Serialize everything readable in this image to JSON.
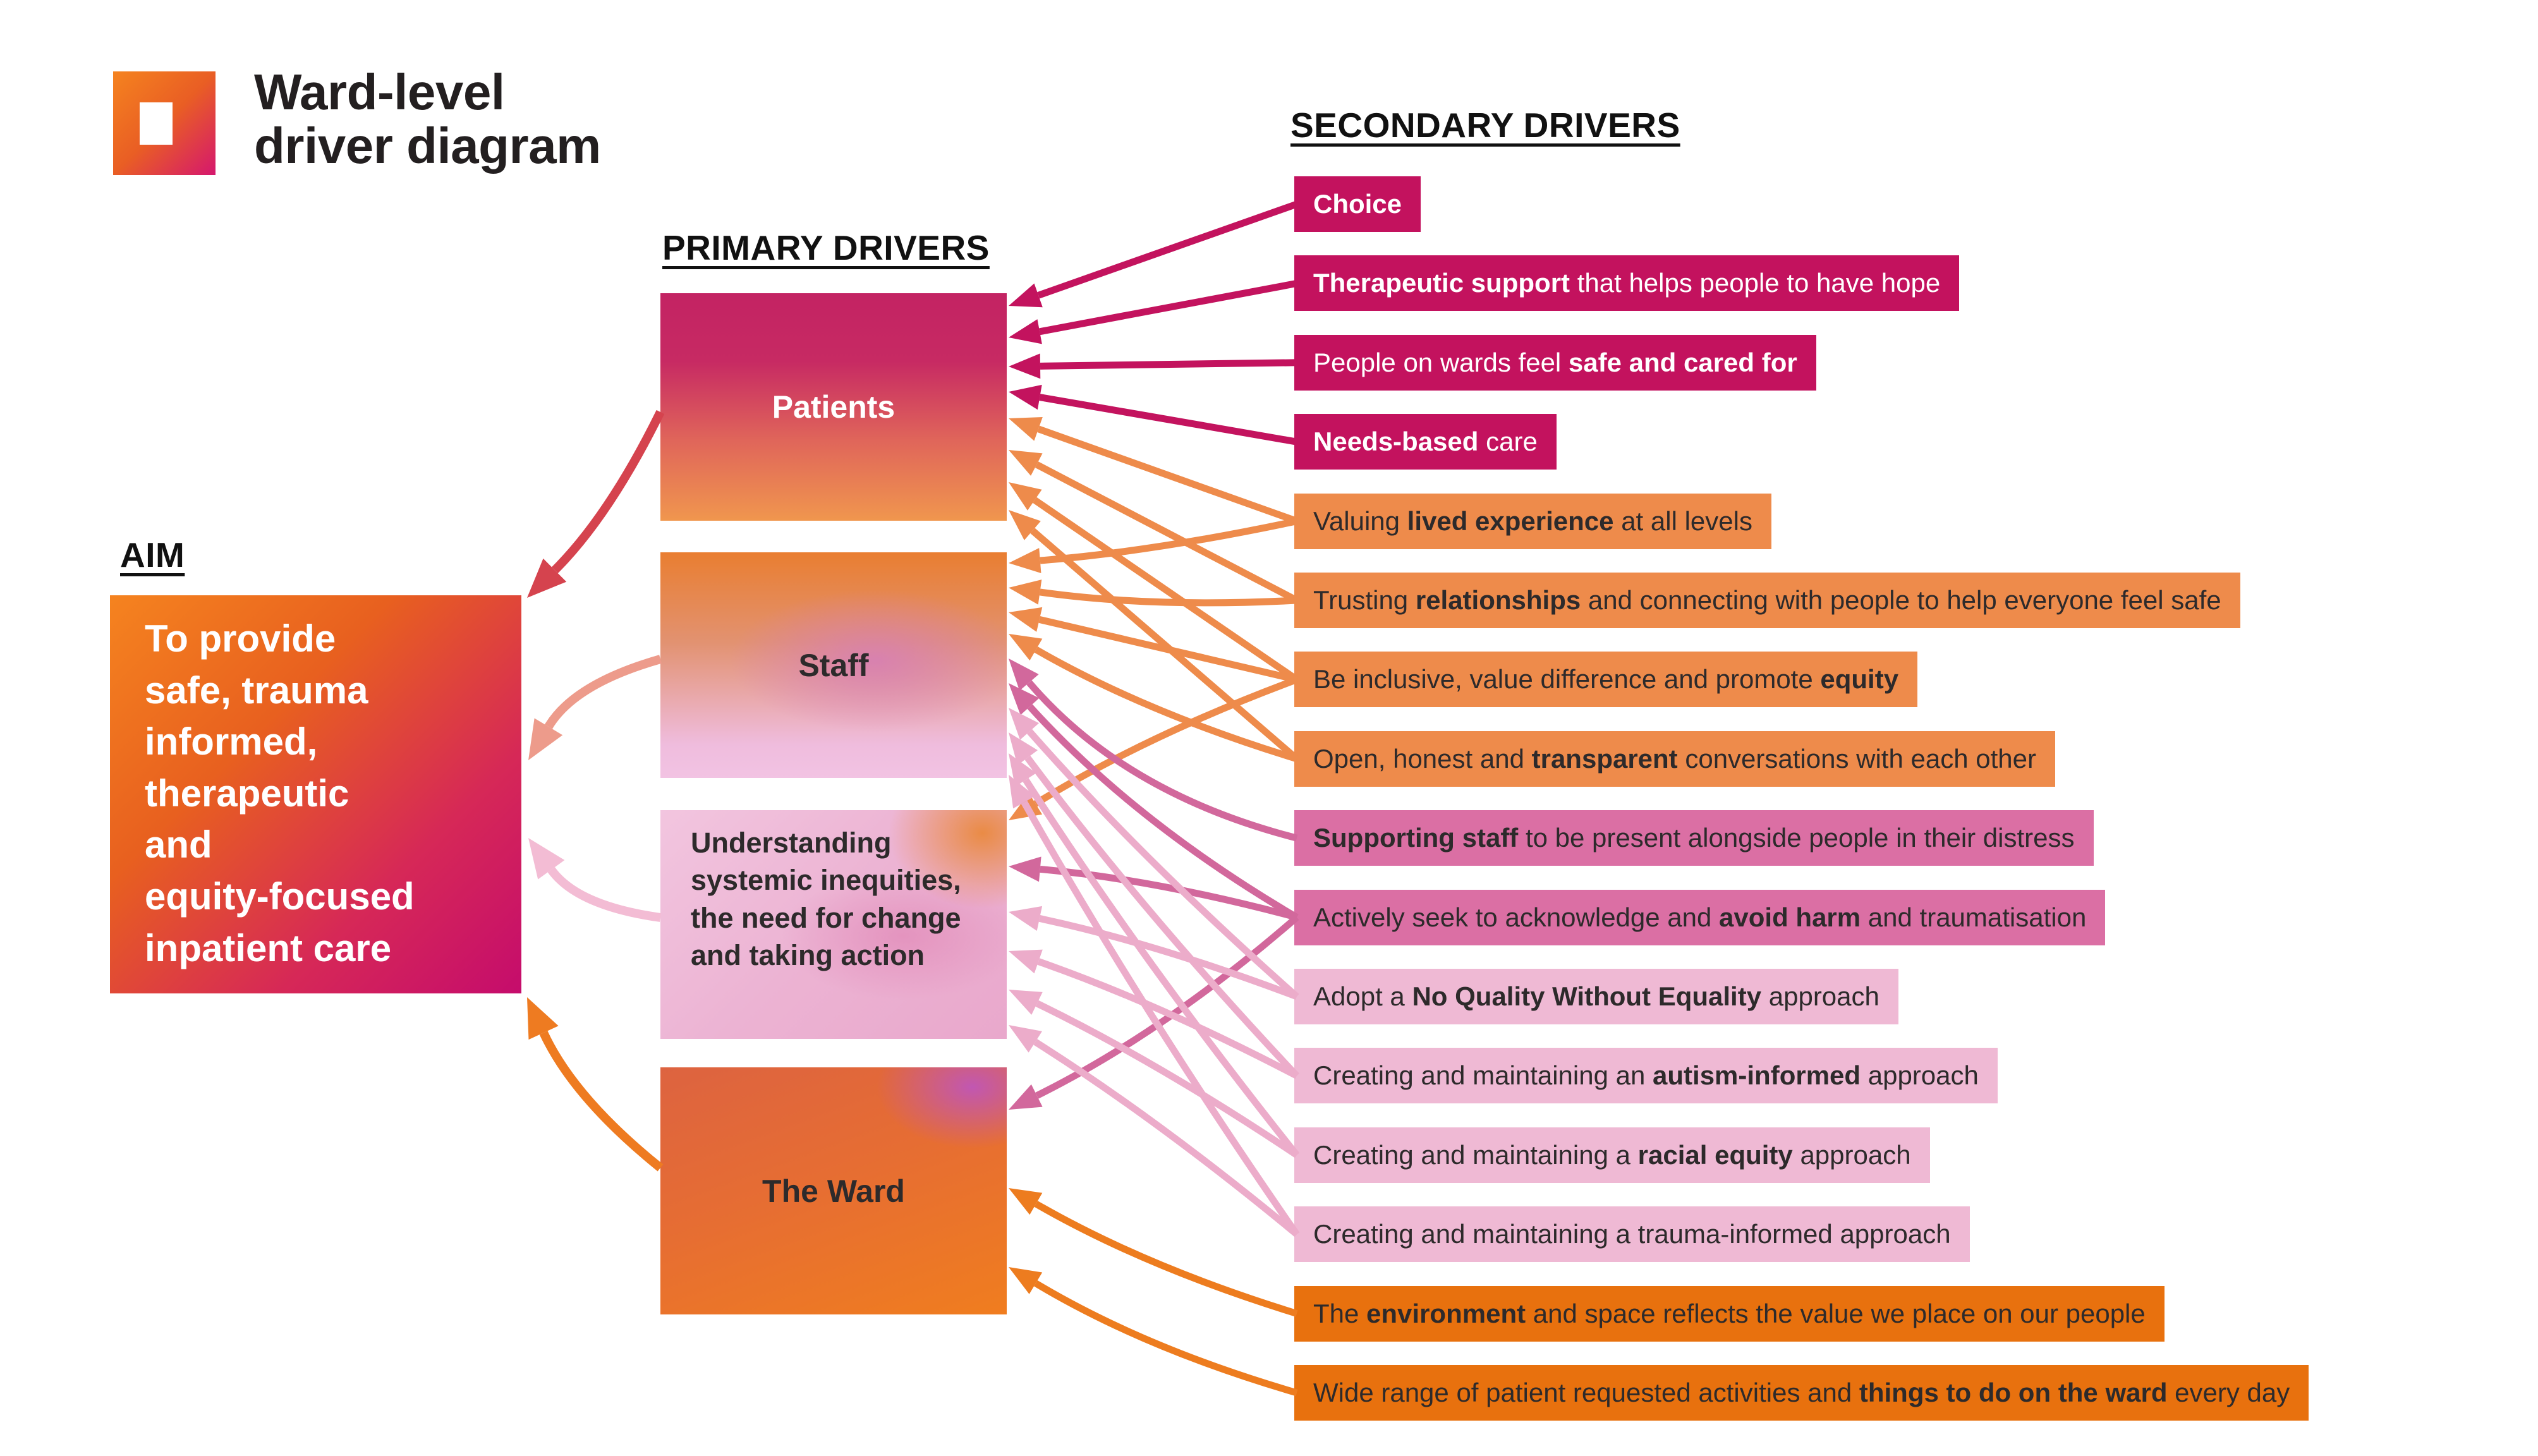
{
  "title": {
    "text": "Ward-level\ndriver diagram"
  },
  "logo": {
    "icon": "gradient-square-logo"
  },
  "headings": {
    "aim": "AIM",
    "primary": "PRIMARY DRIVERS",
    "secondary": "SECONDARY DRIVERS"
  },
  "aim_box": {
    "text": "To provide\nsafe, trauma\ninformed,\ntherapeutic\nand\nequity-focused\ninpatient care"
  },
  "primary_drivers": [
    {
      "id": "patients",
      "label": "Patients",
      "links_to": "aim"
    },
    {
      "id": "staff",
      "label": "Staff",
      "links_to": "aim"
    },
    {
      "id": "understanding",
      "label": "Understanding systemic inequities, the need for change and taking action",
      "links_to": "aim"
    },
    {
      "id": "ward",
      "label": "The Ward",
      "links_to": "aim"
    }
  ],
  "secondary_drivers": [
    {
      "id": "choice",
      "theme": "magenta",
      "targets": [
        "patients"
      ],
      "parts": [
        {
          "t": "Choice",
          "b": true
        }
      ]
    },
    {
      "id": "therapeutic-support",
      "theme": "magenta",
      "targets": [
        "patients"
      ],
      "parts": [
        {
          "t": "Therapeutic support",
          "b": true
        },
        {
          "t": " that helps people to have hope",
          "b": false
        }
      ]
    },
    {
      "id": "safe-and-cared-for",
      "theme": "magenta",
      "targets": [
        "patients"
      ],
      "parts": [
        {
          "t": "People on wards feel ",
          "b": false
        },
        {
          "t": "safe and cared for",
          "b": true
        }
      ]
    },
    {
      "id": "needs-based-care",
      "theme": "magenta",
      "targets": [
        "patients"
      ],
      "parts": [
        {
          "t": "Needs-based",
          "b": true
        },
        {
          "t": " care",
          "b": false
        }
      ]
    },
    {
      "id": "valuing-lived-experience",
      "theme": "orange",
      "targets": [
        "patients",
        "staff"
      ],
      "parts": [
        {
          "t": "Valuing ",
          "b": false
        },
        {
          "t": "lived experience",
          "b": true
        },
        {
          "t": " at all levels",
          "b": false
        }
      ]
    },
    {
      "id": "trusting-relationships",
      "theme": "orange",
      "targets": [
        "patients",
        "staff"
      ],
      "parts": [
        {
          "t": "Trusting ",
          "b": false
        },
        {
          "t": "relationships",
          "b": true
        },
        {
          "t": " and connecting with people to help everyone feel safe",
          "b": false
        }
      ]
    },
    {
      "id": "be-inclusive",
      "theme": "orange",
      "targets": [
        "patients",
        "staff",
        "understanding"
      ],
      "parts": [
        {
          "t": "Be inclusive, value difference and promote ",
          "b": false
        },
        {
          "t": "equity",
          "b": true
        }
      ]
    },
    {
      "id": "open-honest",
      "theme": "orange",
      "targets": [
        "patients",
        "staff"
      ],
      "parts": [
        {
          "t": "Open, honest and ",
          "b": false
        },
        {
          "t": "transparent",
          "b": true
        },
        {
          "t": " conversations with each other",
          "b": false
        }
      ]
    },
    {
      "id": "supporting-staff",
      "theme": "dark_pink",
      "targets": [
        "staff"
      ],
      "parts": [
        {
          "t": "Supporting staff",
          "b": true
        },
        {
          "t": " to be present alongside people in their distress",
          "b": false
        }
      ]
    },
    {
      "id": "actively-seek",
      "theme": "dark_pink",
      "targets": [
        "staff",
        "understanding",
        "ward"
      ],
      "parts": [
        {
          "t": "Actively seek to acknowledge and ",
          "b": false
        },
        {
          "t": "avoid harm",
          "b": true
        },
        {
          "t": " and traumatisation",
          "b": false
        }
      ]
    },
    {
      "id": "adopt-nqwe",
      "theme": "light_pink",
      "targets": [
        "staff",
        "understanding"
      ],
      "parts": [
        {
          "t": "Adopt a ",
          "b": false
        },
        {
          "t": "No Quality Without Equality",
          "b": true
        },
        {
          "t": " approach",
          "b": false
        }
      ]
    },
    {
      "id": "autism-informed",
      "theme": "light_pink",
      "targets": [
        "staff",
        "understanding"
      ],
      "parts": [
        {
          "t": "Creating and maintaining an ",
          "b": false
        },
        {
          "t": "autism-informed",
          "b": true
        },
        {
          "t": " approach",
          "b": false
        }
      ]
    },
    {
      "id": "racial-equity",
      "theme": "light_pink",
      "targets": [
        "staff",
        "understanding"
      ],
      "parts": [
        {
          "t": "Creating and maintaining a ",
          "b": false
        },
        {
          "t": "racial equity",
          "b": true
        },
        {
          "t": " approach",
          "b": false
        }
      ]
    },
    {
      "id": "trauma-informed",
      "theme": "light_pink",
      "targets": [
        "staff",
        "understanding"
      ],
      "parts": [
        {
          "t": "Creating and maintaining a trauma-informed approach",
          "b": false
        }
      ]
    },
    {
      "id": "environment",
      "theme": "dark_orange",
      "targets": [
        "ward"
      ],
      "parts": [
        {
          "t": "The ",
          "b": false
        },
        {
          "t": "environment",
          "b": true
        },
        {
          "t": " and space reflects the value we place on our people",
          "b": false
        }
      ]
    },
    {
      "id": "wide-range",
      "theme": "dark_orange",
      "targets": [
        "ward"
      ],
      "parts": [
        {
          "t": "Wide range of patient requested activities and ",
          "b": false
        },
        {
          "t": "things to do on the ward",
          "b": true
        },
        {
          "t": " every day",
          "b": false
        }
      ]
    }
  ],
  "colors": {
    "magenta": "#C3125E",
    "orange": "#EE8B4B",
    "dark_pink": "#DB6FA4",
    "light_pink": "#EFB9D4",
    "dark_orange": "#E8710E",
    "arrow_magenta": "#C3135E",
    "arrow_orange": "#EE8B4B",
    "arrow_dark_pink": "#D2689C",
    "arrow_light_pink": "#ECACCA",
    "arrow_dark_orange": "#ED7C1F",
    "aim_arrow_patients": "#D5434E",
    "aim_arrow_staff": "#ED9B8B",
    "aim_arrow_understanding": "#F3BCD4",
    "aim_arrow_ward": "#EE7B21",
    "text_dark": "#2D2A2B",
    "text_light": "#FFFFFF"
  }
}
